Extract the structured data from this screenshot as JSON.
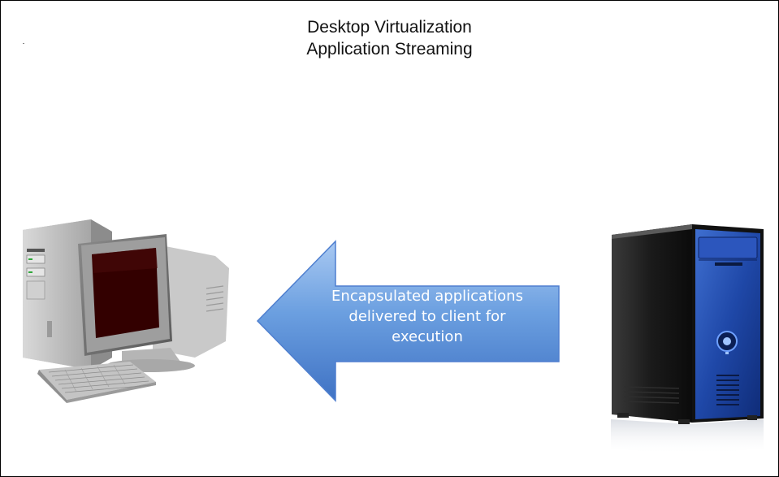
{
  "title": {
    "line1": "Desktop Virtualization",
    "line2": "Application Streaming"
  },
  "arrow": {
    "line1": "Encapsulated applications",
    "line2": "delivered to client for",
    "line3": "execution",
    "color": "#5b8fd8"
  },
  "icons": {
    "client": "desktop-computer-icon",
    "server": "tower-server-icon"
  }
}
